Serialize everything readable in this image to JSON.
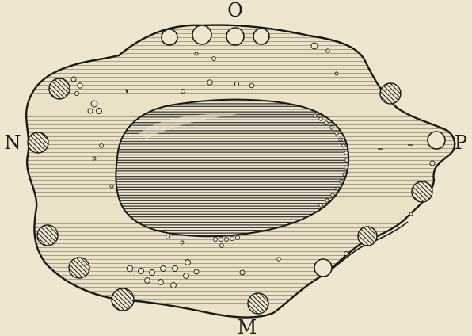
{
  "figure": {
    "labels": {
      "top": "O",
      "left": "N",
      "right": "P",
      "bottom": "M"
    },
    "colors": {
      "paper": "#efe6cf",
      "ink": "#1c1a16",
      "hatch_fill": "#d9cfb3"
    }
  }
}
